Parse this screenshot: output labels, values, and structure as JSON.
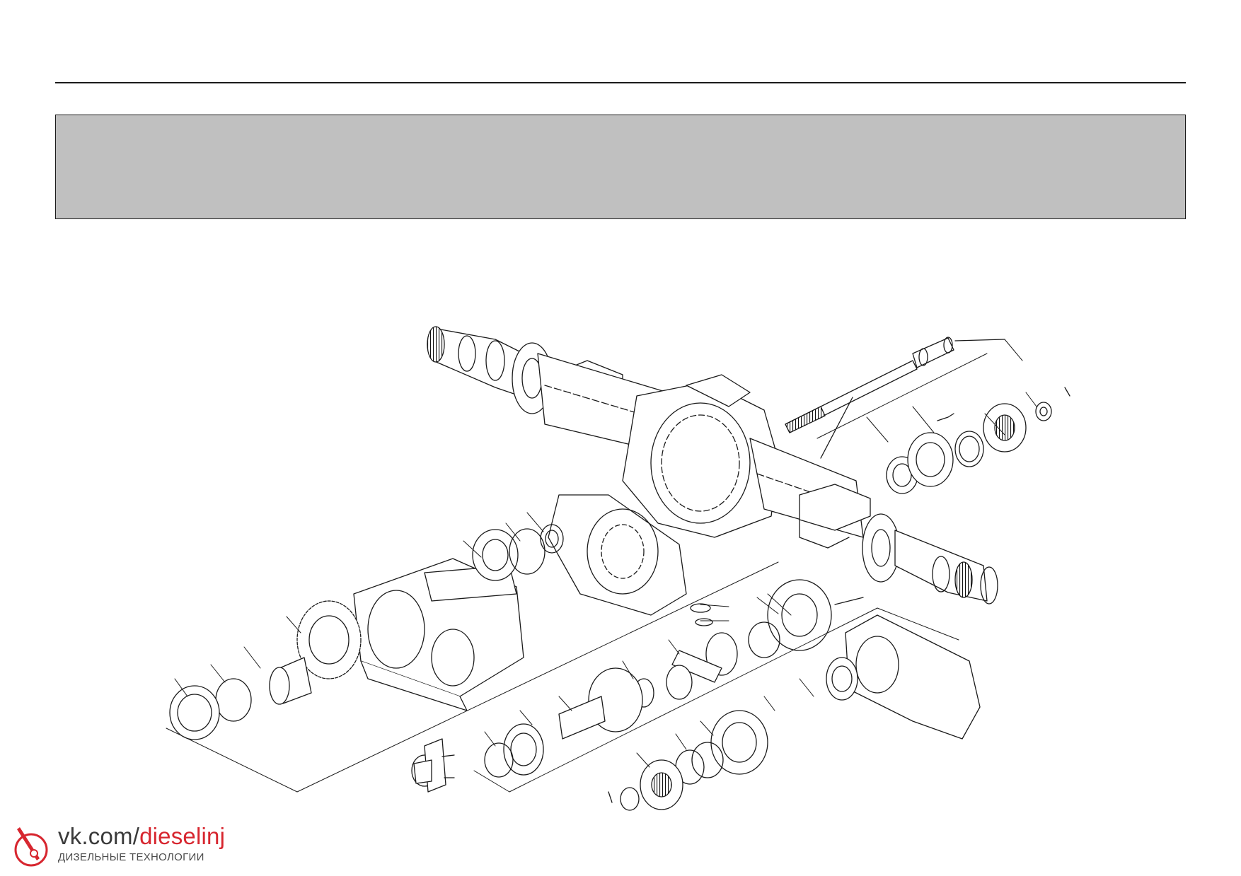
{
  "page": {
    "background": "#ffffff",
    "banner_color": "#c0c0c0",
    "line_color": "#1a1a1a"
  },
  "diagram": {
    "type": "exploded-view",
    "subject": "drive-axle-assembly"
  },
  "watermark": {
    "brand": "vk.com/",
    "brand_highlight": "dieselinj",
    "tagline": "ДИЗЕЛЬНЫЕ ТЕХНОЛОГИИ",
    "highlight_color": "#d7262f"
  }
}
